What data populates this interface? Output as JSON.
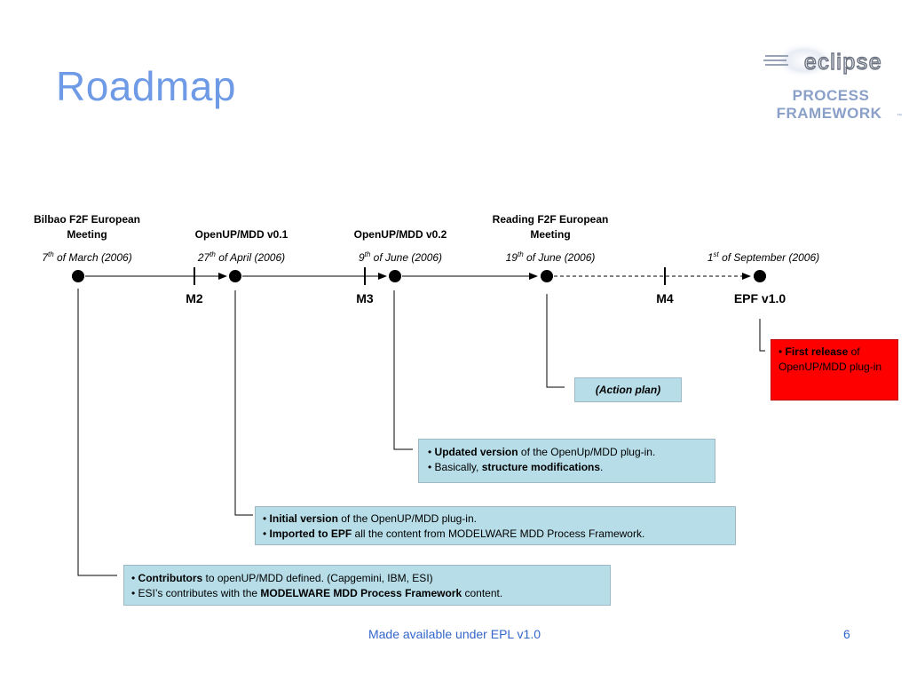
{
  "title": "Roadmap",
  "logo": {
    "word": "eclipse",
    "line1": "PROCESS",
    "line2": "FRAMEWORK",
    "mark": "™"
  },
  "milestones": [
    {
      "title": "Bilbao F2F European Meeting",
      "day": "7",
      "suffix": "th",
      "rest": " of March (2006)"
    },
    {
      "title": "OpenUP/MDD v0.1",
      "day": "27",
      "suffix": "th",
      "rest": " of April (2006)"
    },
    {
      "title": "OpenUP/MDD v0.2",
      "day": "9",
      "suffix": "th",
      "rest": " of June (2006)"
    },
    {
      "title": "Reading F2F European Meeting",
      "day": "19",
      "suffix": "th",
      "rest": " of June (2006)"
    },
    {
      "title": "",
      "day": "1",
      "suffix": "st",
      "rest": " of September (2006)"
    }
  ],
  "ticks": {
    "m2": "M2",
    "m3": "M3",
    "m4": "M4",
    "epf": "EPF v1.0"
  },
  "boxes": {
    "release": {
      "b1": "First release",
      "t1": " of OpenUP/MDD plug-in"
    },
    "action": {
      "text": "(Action plan)"
    },
    "v02": {
      "b1": "Updated version",
      "t1": " of the OpenUp/MDD plug-in.",
      "t2": "Basically, ",
      "b2": "structure modifications",
      "t3": "."
    },
    "v01": {
      "b1": "Initial version",
      "t1": " of the OpenUP/MDD plug-in.",
      "b2": "Imported to EPF",
      "t2": " all the content from MODELWARE MDD Process Framework."
    },
    "bilbao": {
      "b1": "Contributors",
      "t1": " to openUP/MDD defined. (Capgemini, IBM, ESI)",
      "t2": "ESI’s contributes with the ",
      "b2": "MODELWARE MDD Process Framework",
      "t3": " content."
    }
  },
  "bullet": "•",
  "footer": "Made available under EPL v1.0",
  "page": "6",
  "colors": {
    "title": "#6f9be6",
    "box": "#b7dde8",
    "release": "#ff0000",
    "footer": "#3366cc"
  }
}
